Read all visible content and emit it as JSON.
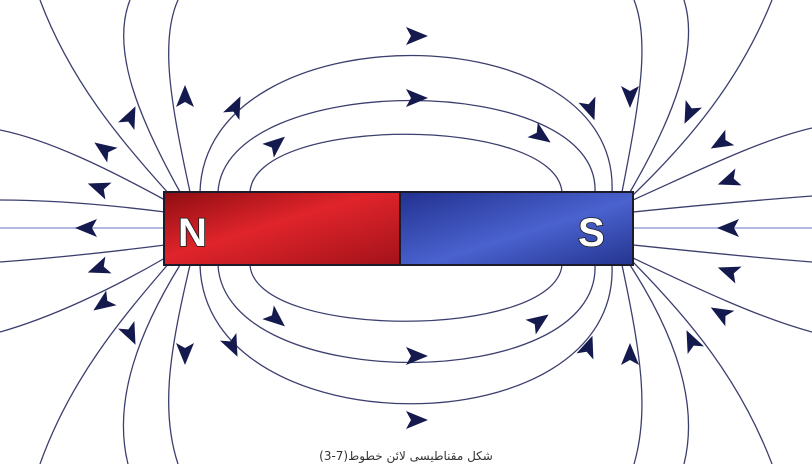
{
  "magnet": {
    "north_label": "N",
    "south_label": "S",
    "north_color": "#c8141c",
    "south_color": "#2d3fa6"
  },
  "field_lines": {
    "line_color": "#3c3f6e",
    "axis_color": "#9aa0d8",
    "arrow_color": "#141a4e",
    "direction": "north-to-south"
  },
  "caption": {
    "text": "(3-7)شکل مقناطیسی لائن خطوط"
  }
}
